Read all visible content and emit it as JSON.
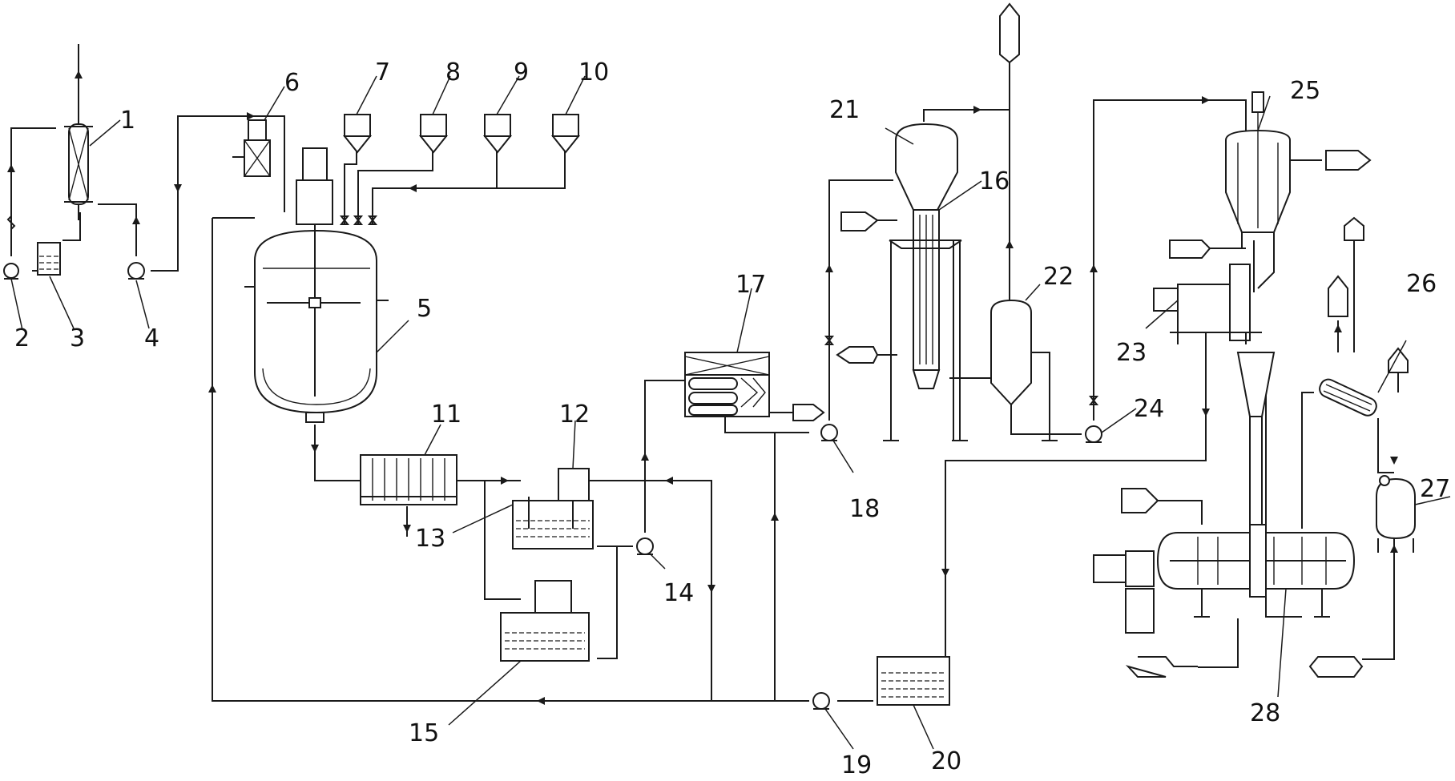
{
  "labels": {
    "n1": "1",
    "n2": "2",
    "n3": "3",
    "n4": "4",
    "n5": "5",
    "n6": "6",
    "n7": "7",
    "n8": "8",
    "n9": "9",
    "n10": "10",
    "n11": "11",
    "n12": "12",
    "n13": "13",
    "n14": "14",
    "n15": "15",
    "n16": "16",
    "n17": "17",
    "n18": "18",
    "n19": "19",
    "n20": "20",
    "n21": "21",
    "n22": "22",
    "n23": "23",
    "n24": "24",
    "n25": "25",
    "n26": "26",
    "n27": "27",
    "n28": "28"
  },
  "colors": {
    "line": "#1a1a1a",
    "background": "#ffffff"
  }
}
